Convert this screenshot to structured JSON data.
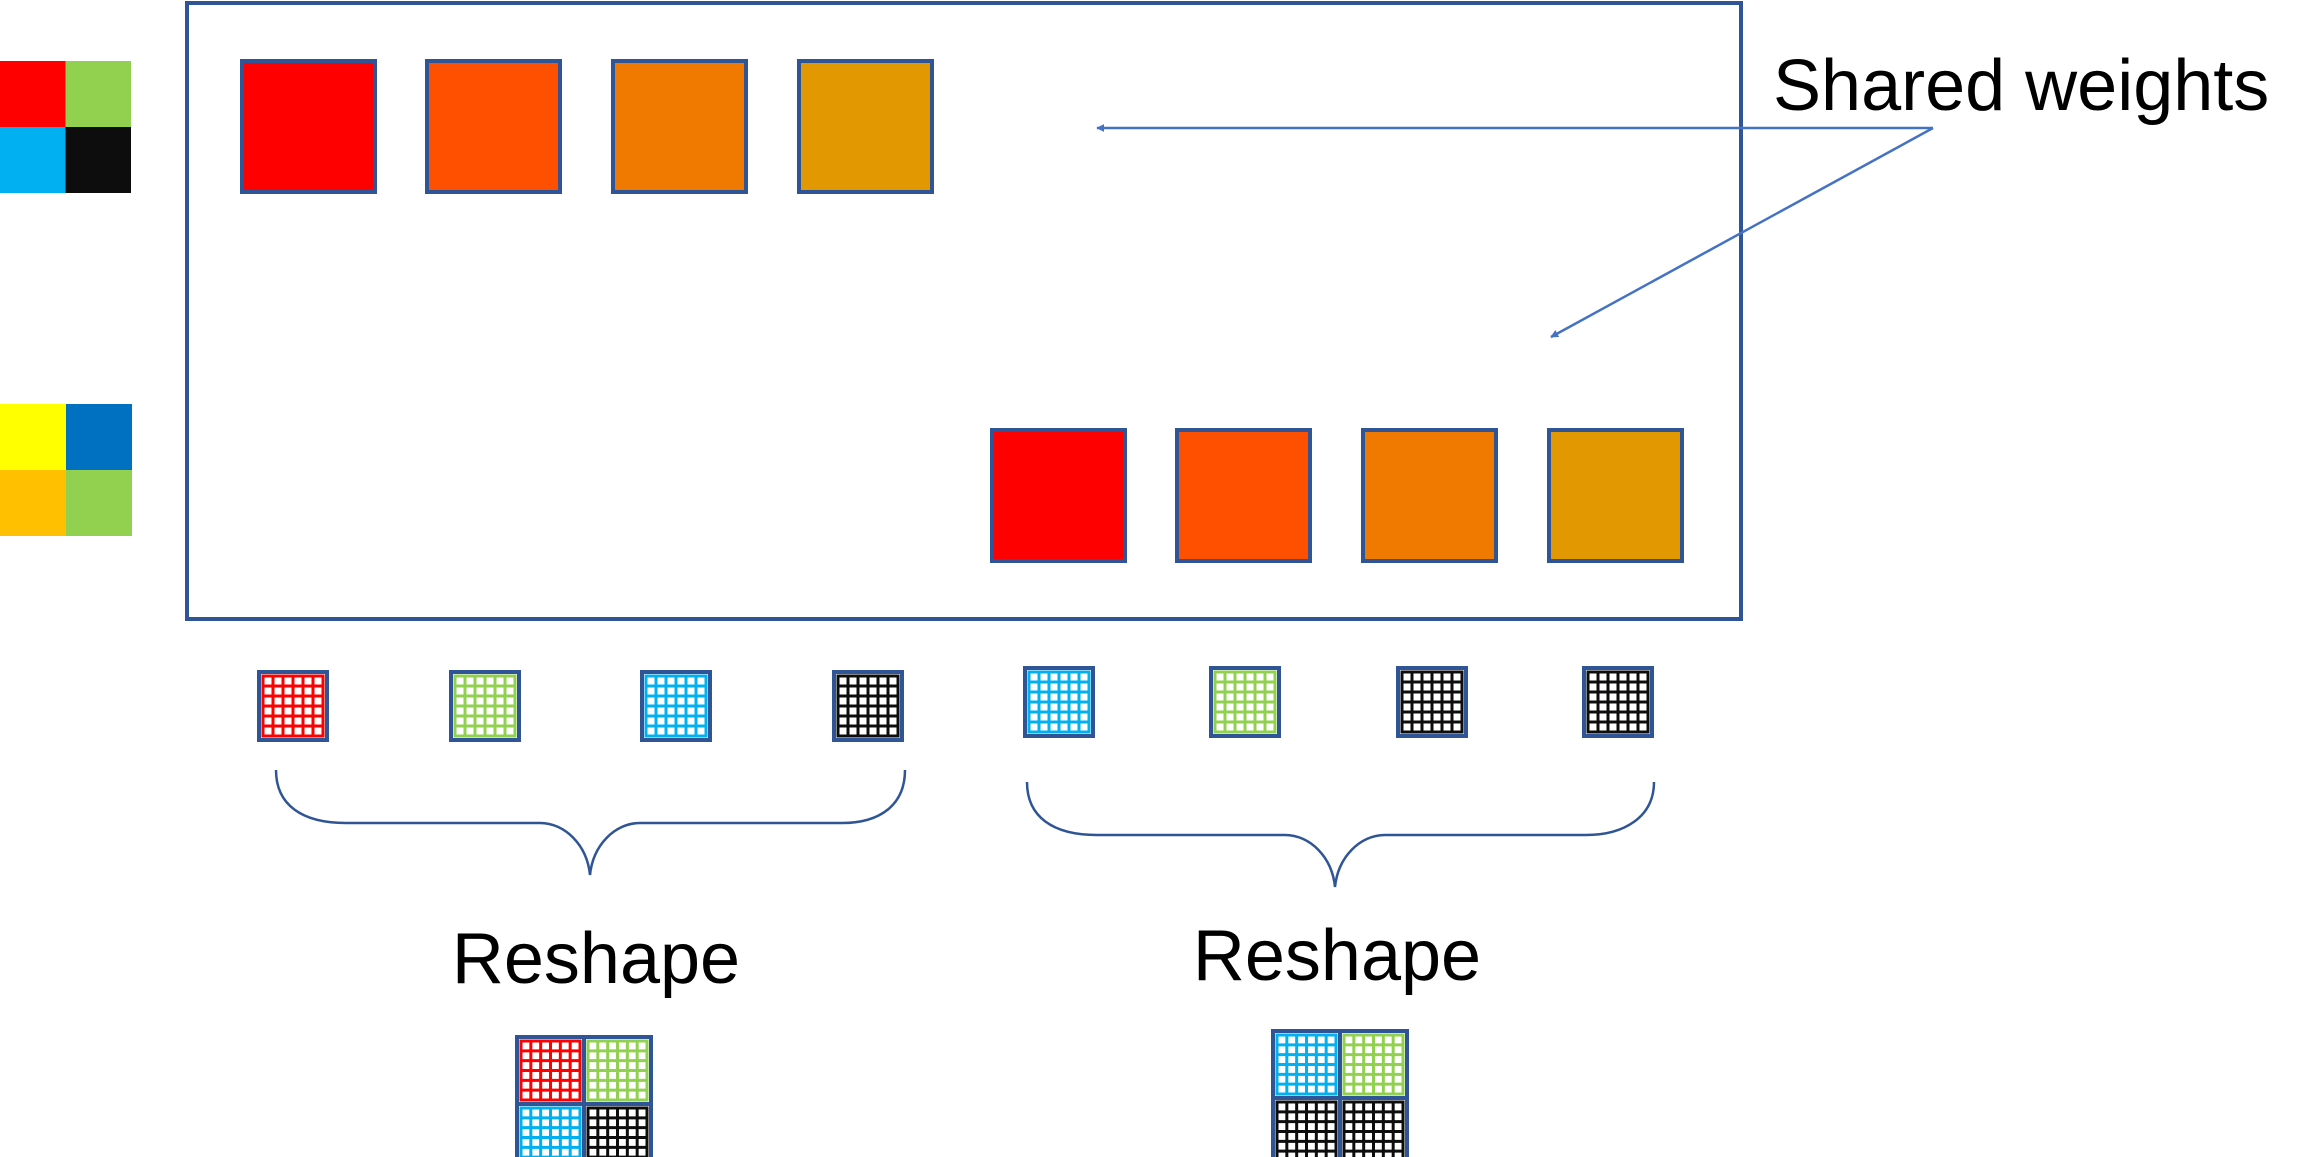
{
  "labels": {
    "shared_weights": "Shared weights",
    "reshape_left": "Reshape",
    "reshape_right": "Reshape"
  },
  "colors": {
    "outline": "#2F5597",
    "arrow": "#4472C4",
    "red": "#FF0000",
    "orange_red": "#FF5000",
    "orange": "#F07A00",
    "amber": "#E29800",
    "green": "#92D050",
    "sky_blue": "#00B0F0",
    "black": "#0D0D0D",
    "yellow": "#FFFF00",
    "blue": "#0070C0",
    "gold": "#FFC000",
    "white": "#FFFFFF"
  },
  "inputs": [
    {
      "name": "input-patch-1",
      "quadrants": [
        "red",
        "green",
        "sky_blue",
        "black"
      ]
    },
    {
      "name": "input-patch-2",
      "quadrants": [
        "yellow",
        "blue",
        "gold",
        "green"
      ]
    }
  ],
  "filters": {
    "row1": [
      "red",
      "orange_red",
      "orange",
      "amber"
    ],
    "row2": [
      "red",
      "orange_red",
      "orange",
      "amber"
    ]
  },
  "feature_maps": {
    "group1": [
      "red",
      "green",
      "sky_blue",
      "black"
    ],
    "group2": [
      "sky_blue",
      "green",
      "black",
      "black"
    ]
  },
  "reshaped": {
    "left": [
      "red",
      "green",
      "sky_blue",
      "black"
    ],
    "right": [
      "sky_blue",
      "green",
      "black",
      "black"
    ]
  }
}
